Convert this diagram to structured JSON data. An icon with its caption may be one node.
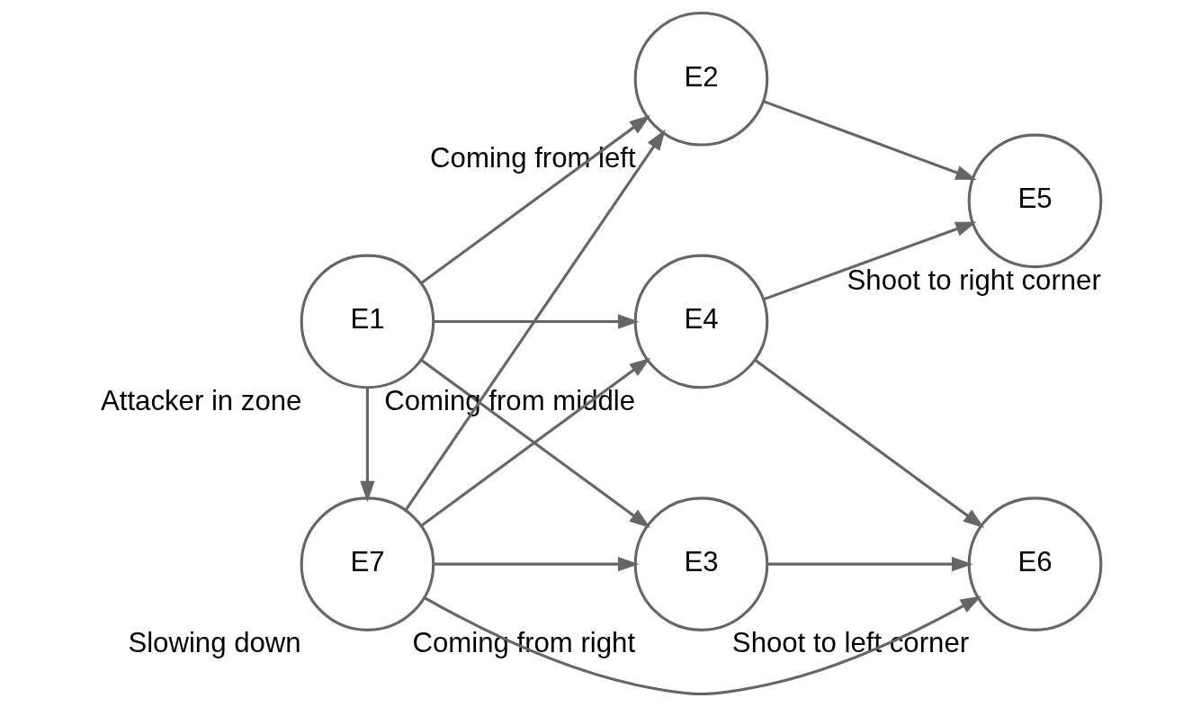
{
  "diagram": {
    "nodes": [
      {
        "text": [
          "E1"
        ],
        "beside": [
          "Attacker in zone"
        ]
      },
      {
        "text": [
          "E2"
        ],
        "beside": [
          "Coming from left"
        ]
      },
      {
        "text": [
          "E3"
        ],
        "beside": [
          "Coming from right"
        ]
      },
      {
        "text": [
          "E4"
        ],
        "beside": [
          "Coming from middle"
        ]
      },
      {
        "text": [
          "E5"
        ],
        "beside": [
          "Shoot to right corner"
        ]
      },
      {
        "text": [
          "E6"
        ],
        "beside": [
          "Shoot to left corner"
        ]
      },
      {
        "text": [
          "E7"
        ],
        "beside": [
          "Slowing down"
        ]
      }
    ],
    "edges": [
      {
        "from": 0,
        "to": 1,
        "arrow": "to"
      },
      {
        "from": 0,
        "to": 2,
        "arrow": "to"
      },
      {
        "from": 0,
        "to": 3,
        "arrow": "to"
      },
      {
        "from": 0,
        "to": 6,
        "arrow": "to"
      },
      {
        "from": 6,
        "to": 1,
        "arrow": "to"
      },
      {
        "from": 6,
        "to": 2,
        "arrow": "to"
      },
      {
        "from": 6,
        "to": 5,
        "arrow": "to"
      },
      {
        "from": 6,
        "to": 3,
        "arrow": "to"
      },
      {
        "from": 1,
        "to": 4,
        "arrow": "to"
      },
      {
        "from": 2,
        "to": 5,
        "arrow": "to"
      },
      {
        "from": 3,
        "to": 4,
        "arrow": "to"
      },
      {
        "from": 3,
        "to": 5,
        "arrow": "to"
      }
    ]
  }
}
